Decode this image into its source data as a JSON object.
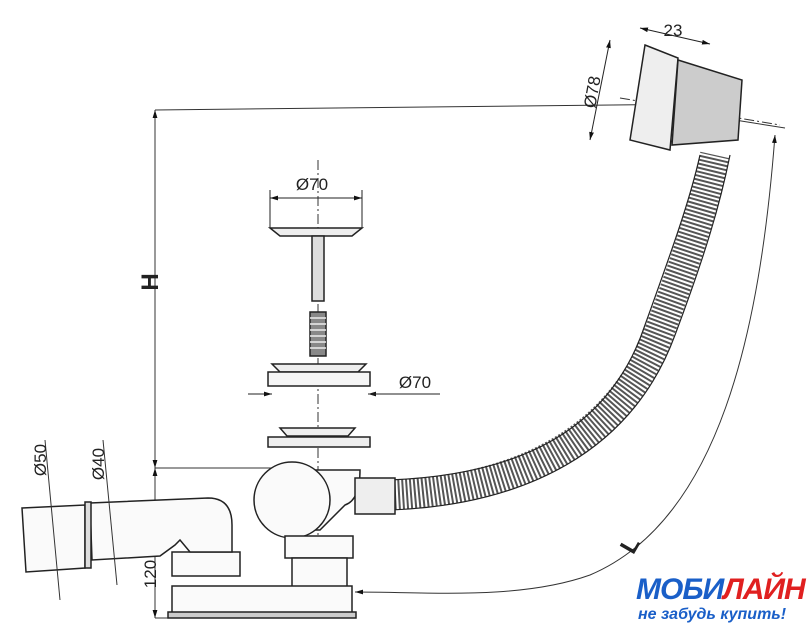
{
  "drawing": {
    "labels": {
      "height": "H",
      "length": "L",
      "cap_diameter": "Ø70",
      "ring_diameter": "Ø70",
      "overflow_diameter": "Ø78",
      "overflow_depth": "23",
      "outlet_outer_diameter": "Ø50",
      "outlet_inner_diameter": "Ø40",
      "trap_height": "120"
    }
  },
  "logo": {
    "brand_part1": "МОБИ",
    "brand_part2": "ЛАЙН",
    "slogan": "не забудь купить!",
    "colors": {
      "blue": "#1a5fc8",
      "red": "#e02020"
    }
  }
}
